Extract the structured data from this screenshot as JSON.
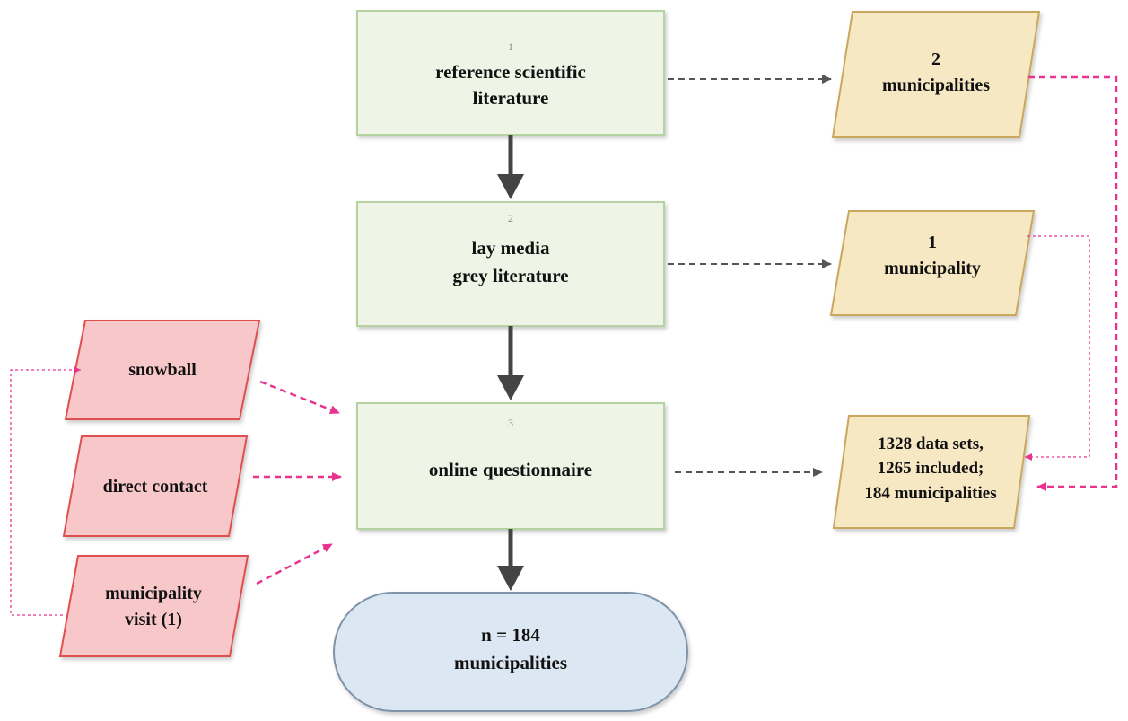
{
  "steps": [
    {
      "number": "1",
      "lines": [
        "reference scientific",
        "literature"
      ]
    },
    {
      "number": "2",
      "lines": [
        "lay media",
        "grey literature"
      ]
    },
    {
      "number": "3",
      "lines": [
        "online questionnaire"
      ]
    }
  ],
  "result": {
    "lines": [
      "n = 184",
      "municipalities"
    ]
  },
  "sources": [
    {
      "lines": [
        "snowball"
      ]
    },
    {
      "lines": [
        "direct contact"
      ]
    },
    {
      "lines": [
        "municipality",
        "visit (1)"
      ]
    }
  ],
  "outputs": [
    {
      "lines": [
        "2",
        "municipalities"
      ]
    },
    {
      "lines": [
        "1",
        "municipality"
      ]
    },
    {
      "lines": [
        "1328 data sets,",
        "1265 included;",
        "184 municipalities"
      ]
    }
  ],
  "colors": {
    "step_fill": "#eef5e6",
    "step_border": "#b5d3a0",
    "source_fill": "#f8c7c9",
    "source_border": "#e0504f",
    "output_fill": "#f7e8c4",
    "output_border": "#c9a75c",
    "result_fill": "#dbe7f2",
    "result_border": "#7f93a8",
    "arrow_solid": "#444444",
    "arrow_dashed_grey": "#555555",
    "arrow_dashed_pink": "#e8348f"
  }
}
